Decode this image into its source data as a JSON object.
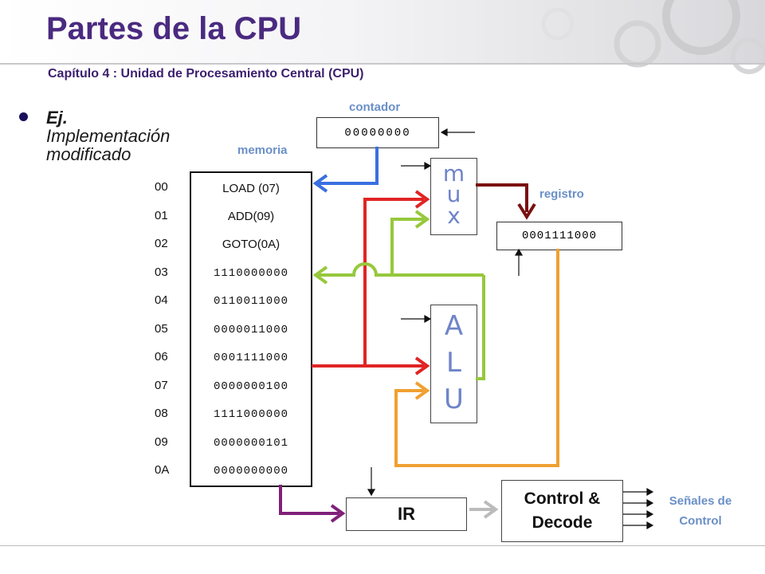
{
  "header": {
    "title": "Partes de la CPU",
    "subtitle": "Capítulo 4 : Unidad de Procesamiento Central (CPU)"
  },
  "bullet": {
    "line1": "Ej.",
    "line2": "Implementación",
    "line3": "modificado"
  },
  "labels": {
    "contador": "contador",
    "memoria": "memoria",
    "registro": "registro"
  },
  "contador_value": "00000000",
  "registro_value": "0001111000",
  "memory": {
    "addresses": [
      "00",
      "01",
      "02",
      "03",
      "04",
      "05",
      "06",
      "07",
      "08",
      "09",
      "0A"
    ],
    "cells": [
      "LOAD (07)",
      "ADD(09)",
      "GOTO(0A)",
      "1110000000",
      "0110011000",
      "0000011000",
      "0001111000",
      "0000000100",
      "1111000000",
      "0000000101",
      "0000000000"
    ]
  },
  "mux": {
    "letters": [
      "m",
      "u",
      "x"
    ]
  },
  "alu": {
    "letters": [
      "A",
      "L",
      "U"
    ]
  },
  "ir": {
    "label": "IR"
  },
  "control": {
    "line1": "Control &",
    "line2": "Decode"
  },
  "signals": {
    "line1": "Señales de",
    "line2": "Control"
  },
  "colors": {
    "title": "#4a2a80",
    "label_blue": "#6a8fc8",
    "arrow_blue": "#3a6fe0",
    "arrow_red": "#e02424",
    "arrow_green": "#96c83c",
    "arrow_orange": "#f0a030",
    "arrow_darkred": "#7a1010",
    "arrow_purple": "#80207a",
    "arrow_gray": "#bbbbbb"
  }
}
